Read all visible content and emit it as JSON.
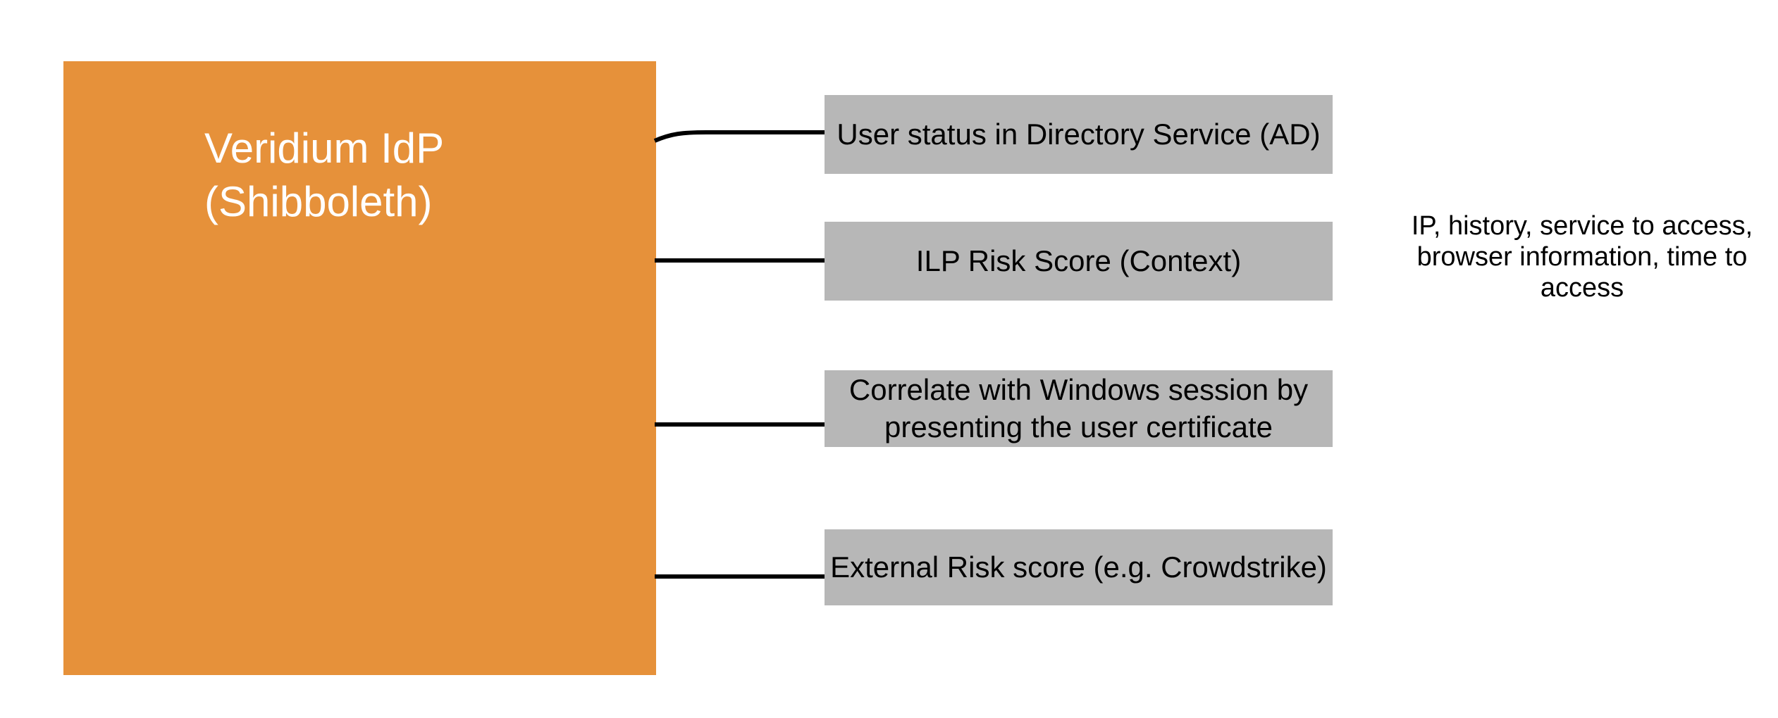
{
  "canvas": {
    "background_color": "#ffffff"
  },
  "idp_block": {
    "title_line1": "Veridium IdP",
    "title_line2": "(Shibboleth)",
    "fill_color": "#e6913a",
    "text_color": "#ffffff"
  },
  "factor_boxes": [
    {
      "label": "User status in Directory Service (AD)"
    },
    {
      "label": "ILP Risk Score (Context)"
    },
    {
      "label": "Correlate with Windows session by presenting the user certificate"
    },
    {
      "label": "External Risk score (e.g. Crowdstrike)"
    }
  ],
  "factor_box_style": {
    "fill_color": "#b7b7b7",
    "text_color": "#000000"
  },
  "connectors": {
    "color": "#000000",
    "count": 4
  },
  "side_note": {
    "text": "IP, history, service to access, browser information, time to access",
    "text_color": "#000000"
  }
}
